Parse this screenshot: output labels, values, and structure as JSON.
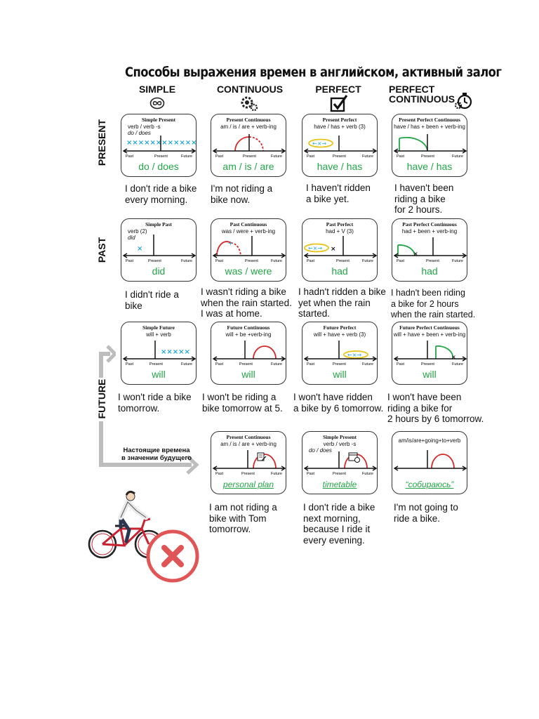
{
  "title": "Способы выражения времен в английском, активный залог",
  "columns": {
    "simple": "SIMPLE",
    "continuous": "CONTINUOUS",
    "perfect": "PERFECT",
    "perfect_continuous": "PERFECT\nCONTINUOUS"
  },
  "rows": {
    "present": "PRESENT",
    "past": "PAST",
    "future": "FUTURE"
  },
  "axis": {
    "past": "Past",
    "present": "Present",
    "future": "Future"
  },
  "note": "Настоящие времена в значении будущего",
  "colors": {
    "accent_green": "#22a646",
    "timeline_red": "#d62828",
    "marker_blue": "#21a7d6",
    "badge_red": "#e05555"
  },
  "cards": {
    "present_simple": {
      "title": "Simple Present",
      "formula": "verb / verb -s",
      "sub": "do / does",
      "aux": "do / does",
      "example": "I don't ride a bike\n every morning."
    },
    "present_continuous": {
      "title": "Present Continuous",
      "formula": "am / is / are + verb-ing",
      "aux": "am / is / are",
      "example": "I'm not riding a\n bike now."
    },
    "present_perfect": {
      "title": "Present Perfect",
      "formula": "have / has + verb (3)",
      "aux": "have / has",
      "example": "I haven't ridden\na bike yet."
    },
    "present_perfect_continuous": {
      "title": "Present Perfect Continuous",
      "formula": "have / has + been + verb-ing",
      "aux": "have / has",
      "example": "I haven't been\nriding a bike\nfor 2 hours."
    },
    "past_simple": {
      "title": "Simple Past",
      "formula": "verb (2)",
      "sub": "did",
      "aux": "did",
      "example": "I didn't ride a\nbike"
    },
    "past_continuous": {
      "title": "Past Continuous",
      "formula": "was / were + verb-ing",
      "aux": "was / were",
      "example": "I wasn't riding a bike\nwhen the rain started.\n I was at home."
    },
    "past_perfect": {
      "title": "Past Perfect",
      "formula": "had + V (3)",
      "aux": "had",
      "example": "I hadn't ridden a bike\n yet when the rain\nstarted."
    },
    "past_perfect_continuous": {
      "title": "Past Perfect Continuous",
      "formula": "had + been + verb-ing",
      "aux": "had",
      "example": "I hadn't been riding\na bike for 2 hours\nwhen the rain started."
    },
    "future_simple": {
      "title": "Simple Future",
      "formula": "will + verb",
      "aux": "will",
      "example": "I won't ride a bike\ntomorrow."
    },
    "future_continuous": {
      "title": "Future Continuous",
      "formula": "will + be +verb-ing",
      "aux": "will",
      "example": "I won't be riding a\nbike tomorrow at 5."
    },
    "future_perfect": {
      "title": "Future Perfect",
      "formula": "will + have + verb (3)",
      "aux": "will",
      "example": "I won't have ridden\na bike by 6 tomorrow."
    },
    "future_perfect_continuous": {
      "title": "Future Perfect Continuous",
      "formula": "will + have + been + verb-ing",
      "aux": "will",
      "example": "I won't have been\nriding a bike for\n2 hours by 6 tomorrow."
    },
    "fut_present_continuous": {
      "title": "Present Continuous",
      "formula": "am / is / are + verb-ing",
      "aux": "personal plan",
      "example": "I am not riding a\nbike with Tom\ntomorrow."
    },
    "fut_present_simple": {
      "title": "Simple Present",
      "formula": "verb / verb -s",
      "sub": "do / does",
      "aux": "timetable",
      "example": "I don't ride a bike\nnext morning,\nbecause I ride it\nevery evening."
    },
    "fut_going_to": {
      "formula": "am/is/are+going+to+verb",
      "aux": "“собираюсь”",
      "example": "I'm not going to\nride a bike."
    }
  }
}
